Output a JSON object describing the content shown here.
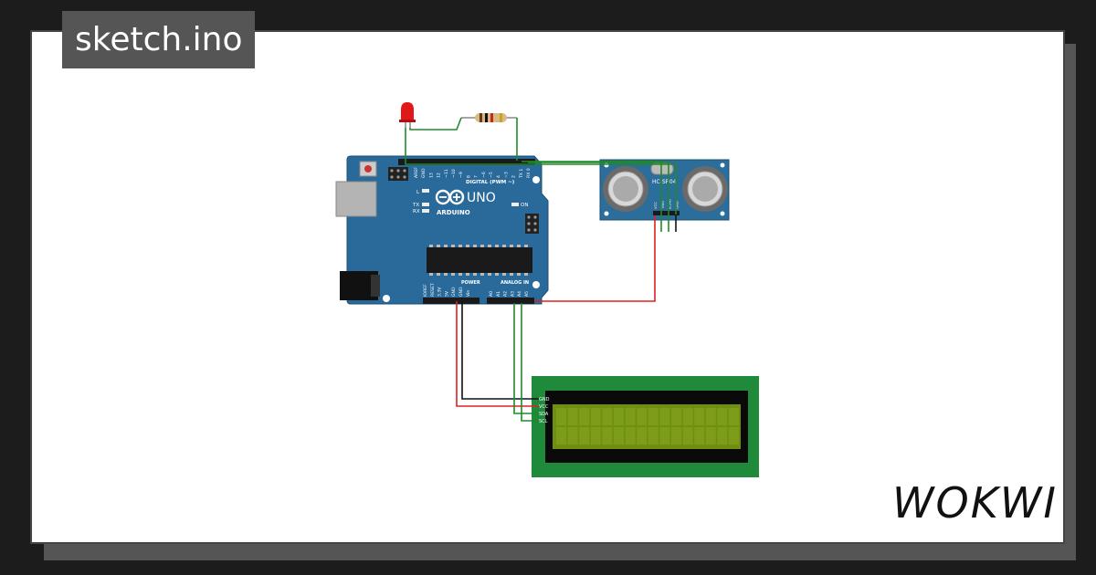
{
  "sketch": {
    "filename": "sketch.ino"
  },
  "brand": {
    "logo_text": "WOKWI"
  },
  "arduino": {
    "brand": "ARDUINO",
    "model": "UNO",
    "on_label": "ON",
    "led_l": "L",
    "led_tx": "TX",
    "led_rx": "RX",
    "digital_header": "DIGITAL (PWM ~)",
    "digital_pins": [
      "AREF",
      "GND",
      "13",
      "12",
      "~11",
      "~10",
      "~9",
      "8",
      "7",
      "~6",
      "~5",
      "4",
      "~3",
      "2",
      "TX 1",
      "RX 0"
    ],
    "power_header": "POWER",
    "power_pins": [
      "IOREF",
      "RESET",
      "3.3V",
      "5V",
      "GND",
      "GND",
      "Vin"
    ],
    "analog_header": "ANALOG IN",
    "analog_pins": [
      "A0",
      "A1",
      "A2",
      "A3",
      "A4",
      "A5"
    ]
  },
  "ultrasonic": {
    "label": "HC-SR04",
    "pins": [
      "VCC",
      "TRIG",
      "ECHO",
      "GND"
    ]
  },
  "lcd": {
    "pins": [
      "GND",
      "VCC",
      "SDA",
      "SCL"
    ]
  },
  "colors": {
    "board_blue": "#2a6a9a",
    "wire_green": "#1f8a2a",
    "wire_red": "#e02020",
    "wire_black": "#111111",
    "lcd_pcb": "#1e8a3a",
    "lcd_screen": "#6f8e12",
    "led_red": "#e01818"
  }
}
